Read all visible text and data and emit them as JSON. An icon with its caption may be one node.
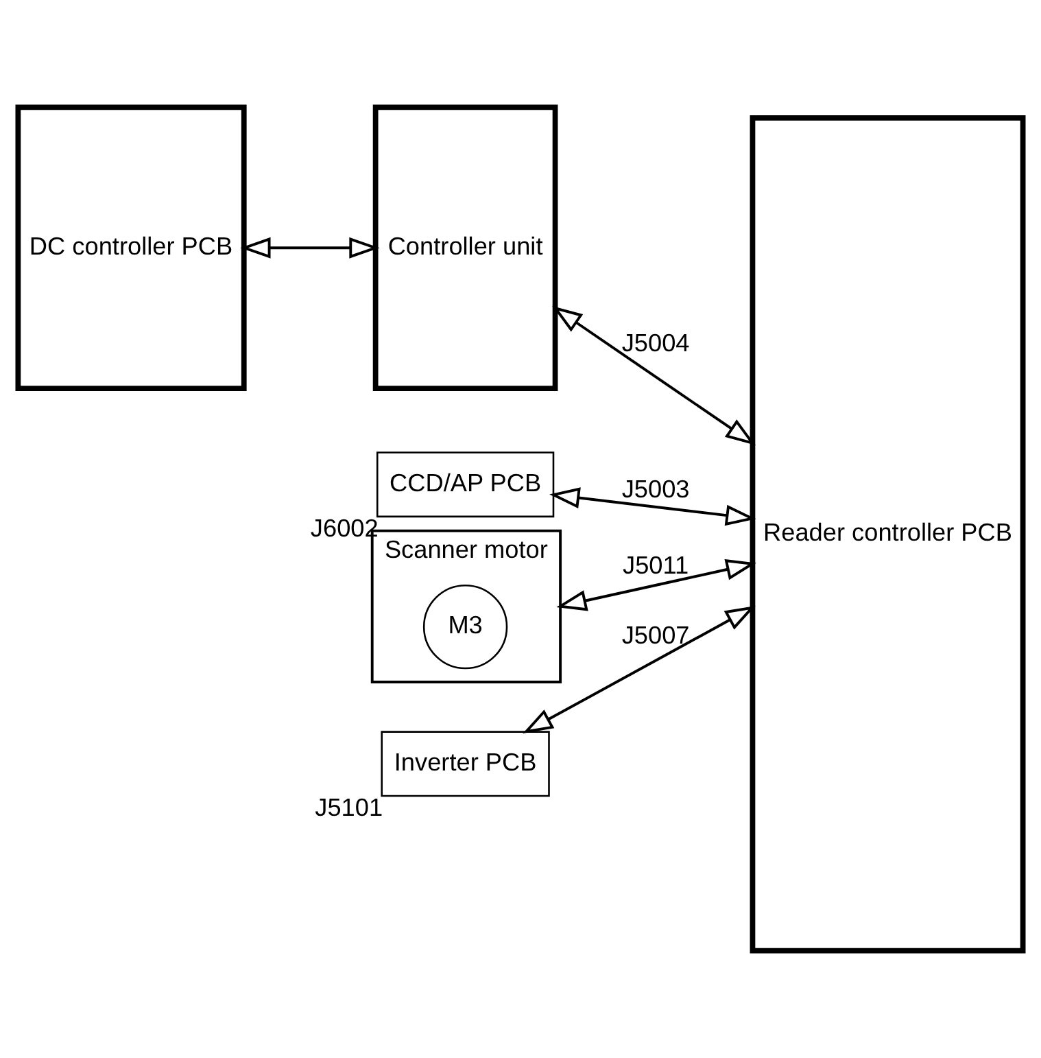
{
  "diagram": {
    "nodes": [
      {
        "text": [
          "DC controller PCB"
        ]
      },
      {
        "text": [
          "Controller unit"
        ]
      },
      {
        "text": [
          "Reader controller PCB"
        ]
      },
      {
        "text": [
          "CCD/AP PCB"
        ],
        "beside": [
          "J6002"
        ]
      },
      {
        "text": [
          "Scanner motor"
        ]
      },
      {
        "text": [
          "M3"
        ],
        "in": 4
      },
      {
        "text": [
          "Inverter PCB"
        ],
        "beside": [
          "J5101"
        ]
      }
    ],
    "edges": [
      {
        "from": 0,
        "to": 1,
        "arrow": "both"
      },
      {
        "from": 1,
        "to": 2,
        "arrow": "both",
        "label": "J5004"
      },
      {
        "from": 3,
        "to": 2,
        "arrow": "both",
        "label": "J5003"
      },
      {
        "from": 4,
        "to": 2,
        "arrow": "both",
        "label": "J5011"
      },
      {
        "from": 6,
        "to": 2,
        "arrow": "both",
        "label": "J5007"
      }
    ]
  }
}
